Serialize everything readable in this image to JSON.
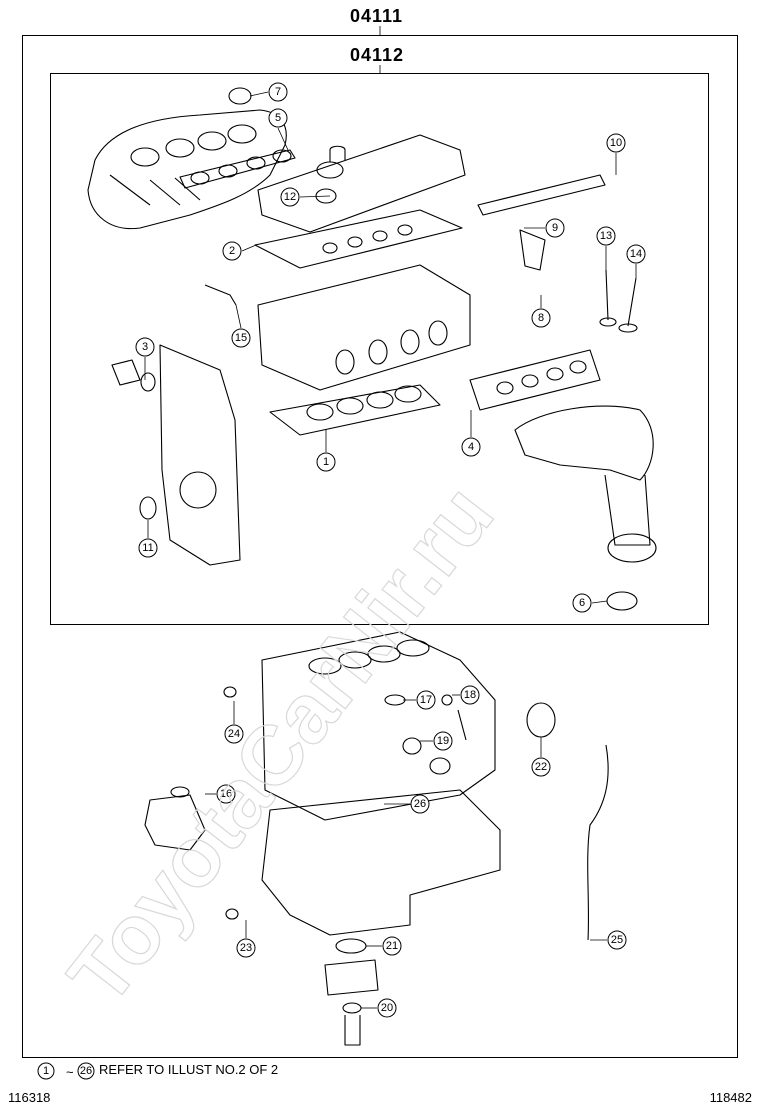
{
  "titles": {
    "outer": "04111",
    "inner": "04112"
  },
  "footer": {
    "note_start": "1",
    "note_end": "26",
    "note_text": "REFER TO ILLUST NO.2 OF 2",
    "code_left": "116318",
    "code_right": "118482"
  },
  "watermark": "ToyotaCarNir.ru",
  "callouts": [
    "1",
    "2",
    "3",
    "4",
    "5",
    "6",
    "7",
    "8",
    "9",
    "10",
    "11",
    "12",
    "13",
    "14",
    "15",
    "16",
    "17",
    "18",
    "19",
    "20",
    "21",
    "22",
    "23",
    "24",
    "25",
    "26"
  ]
}
